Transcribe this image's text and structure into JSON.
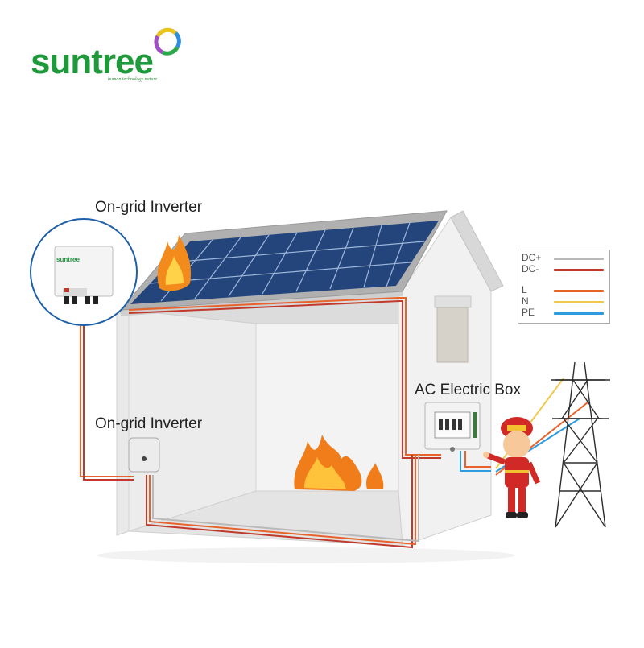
{
  "brand": {
    "name": "suntree",
    "tagline": "human technology nature",
    "color": "#1e9a3b"
  },
  "labels": {
    "inverter_top": "On-grid Inverter",
    "inverter_bottom": "On-grid Inverter",
    "ac_box": "AC Electric Box",
    "inverter_brand": "suntree"
  },
  "legend": [
    {
      "label": "DC+",
      "color": "#b9b9b9"
    },
    {
      "label": "DC-",
      "color": "#c0392b"
    },
    {
      "label": "L",
      "color": "#e8632b"
    },
    {
      "label": "N",
      "color": "#f1c84b"
    },
    {
      "label": "PE",
      "color": "#2e9be0"
    }
  ],
  "icons": [
    "suntree-logo-icon",
    "fire-icon",
    "solar-panel-icon",
    "firefighter-icon",
    "transmission-tower-icon"
  ]
}
